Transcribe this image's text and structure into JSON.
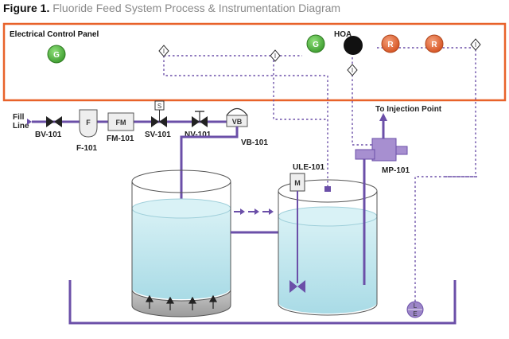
{
  "figure": {
    "number": "Figure 1.",
    "title": "Fluoride Feed System Process & Instrumentation Diagram"
  },
  "panel": {
    "label": "Electrical Control Panel",
    "border_color": "#e8622a"
  },
  "hoa_label": "HOA",
  "lamps": {
    "left_green": "G",
    "hoa_green": "G",
    "red_1": "R",
    "red_2": "R"
  },
  "lamp_colors": {
    "green": "#4caf3a",
    "red": "#e0602a",
    "black": "#111111"
  },
  "interlock_symbol": "I",
  "fill_line": {
    "line1": "Fill",
    "line2": "Line"
  },
  "components": {
    "bv": {
      "tag": "BV-101"
    },
    "filter": {
      "box": "F",
      "tag": "F-101"
    },
    "flow_meter": {
      "box": "FM",
      "tag": "FM-101"
    },
    "solenoid": {
      "box": "S",
      "tag": "SV-101"
    },
    "needle_valve": {
      "tag": "NV-101"
    },
    "vacuum_breaker": {
      "box": "VB",
      "tag": "VB-101"
    },
    "ule": {
      "box": "M",
      "tag": "ULE-101"
    },
    "pump": {
      "tag": "MP-101"
    },
    "level_switch": {
      "box_top": "L",
      "box_bottom": "E"
    }
  },
  "injection_label": "To Injection Point",
  "colors": {
    "pipe": "#6b4fa8",
    "water": "#bfe6ee",
    "water_dark": "#9fd3e0"
  }
}
